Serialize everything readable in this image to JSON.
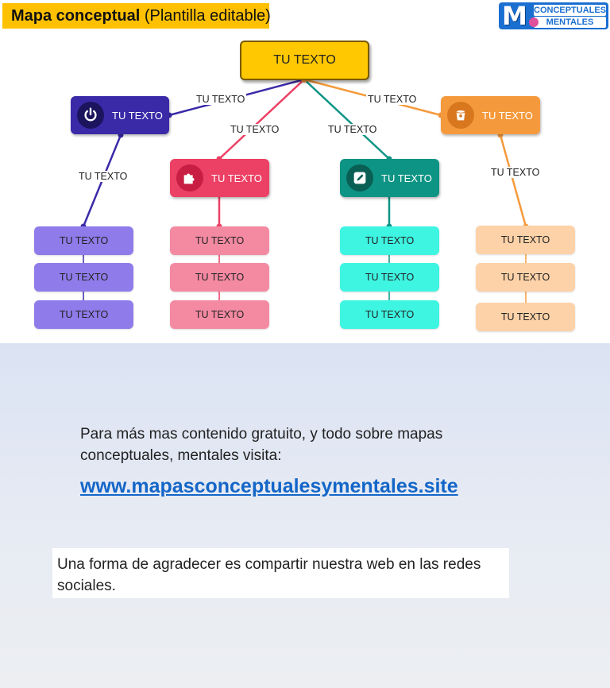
{
  "title": {
    "bold": "Mapa conceptual",
    "rest": "(Plantilla editable)"
  },
  "logo": {
    "letter": "M",
    "line1": "CONCEPTUALES",
    "line2": "MENTALES"
  },
  "map": {
    "root": "TU TEXTO",
    "connectors": [
      "TU TEXTO",
      "TU TEXTO",
      "TU TEXTO",
      "TU TEXTO"
    ],
    "branches": [
      {
        "label": "TU TEXTO",
        "link_label": "TU TEXTO",
        "icon": "power-icon",
        "color": "#3a2aa8",
        "icon_bg": "#1d145e",
        "sub_color": "#8f7cea",
        "subs": [
          "TU TEXTO",
          "TU TEXTO",
          "TU TEXTO"
        ]
      },
      {
        "label": "TU TEXTO",
        "link_label": "",
        "icon": "puzzle-icon",
        "color": "#ec4064",
        "icon_bg": "#c81e44",
        "sub_color": "#f48aa2",
        "subs": [
          "TU TEXTO",
          "TU TEXTO",
          "TU TEXTO"
        ]
      },
      {
        "label": "TU TEXTO",
        "link_label": "",
        "icon": "pencil-icon",
        "color": "#0e9484",
        "icon_bg": "#0a5f55",
        "sub_color": "#3ef5e2",
        "subs": [
          "TU TEXTO",
          "TU TEXTO",
          "TU TEXTO"
        ]
      },
      {
        "label": "TU TEXTO",
        "link_label": "TU TEXTO",
        "icon": "bucket-icon",
        "color": "#f59a3c",
        "icon_bg": "#d9771f",
        "sub_color": "#fdd2a8",
        "subs": [
          "TU TEXTO",
          "TU TEXTO",
          "TU TEXTO"
        ]
      }
    ]
  },
  "footer": {
    "paragraph": "Para más mas contenido gratuito, y todo sobre mapas conceptuales, mentales visita:",
    "link": "www.mapasconceptualesymentales.site",
    "share": "Una forma de agradecer es compartir nuestra web en las redes sociales."
  }
}
